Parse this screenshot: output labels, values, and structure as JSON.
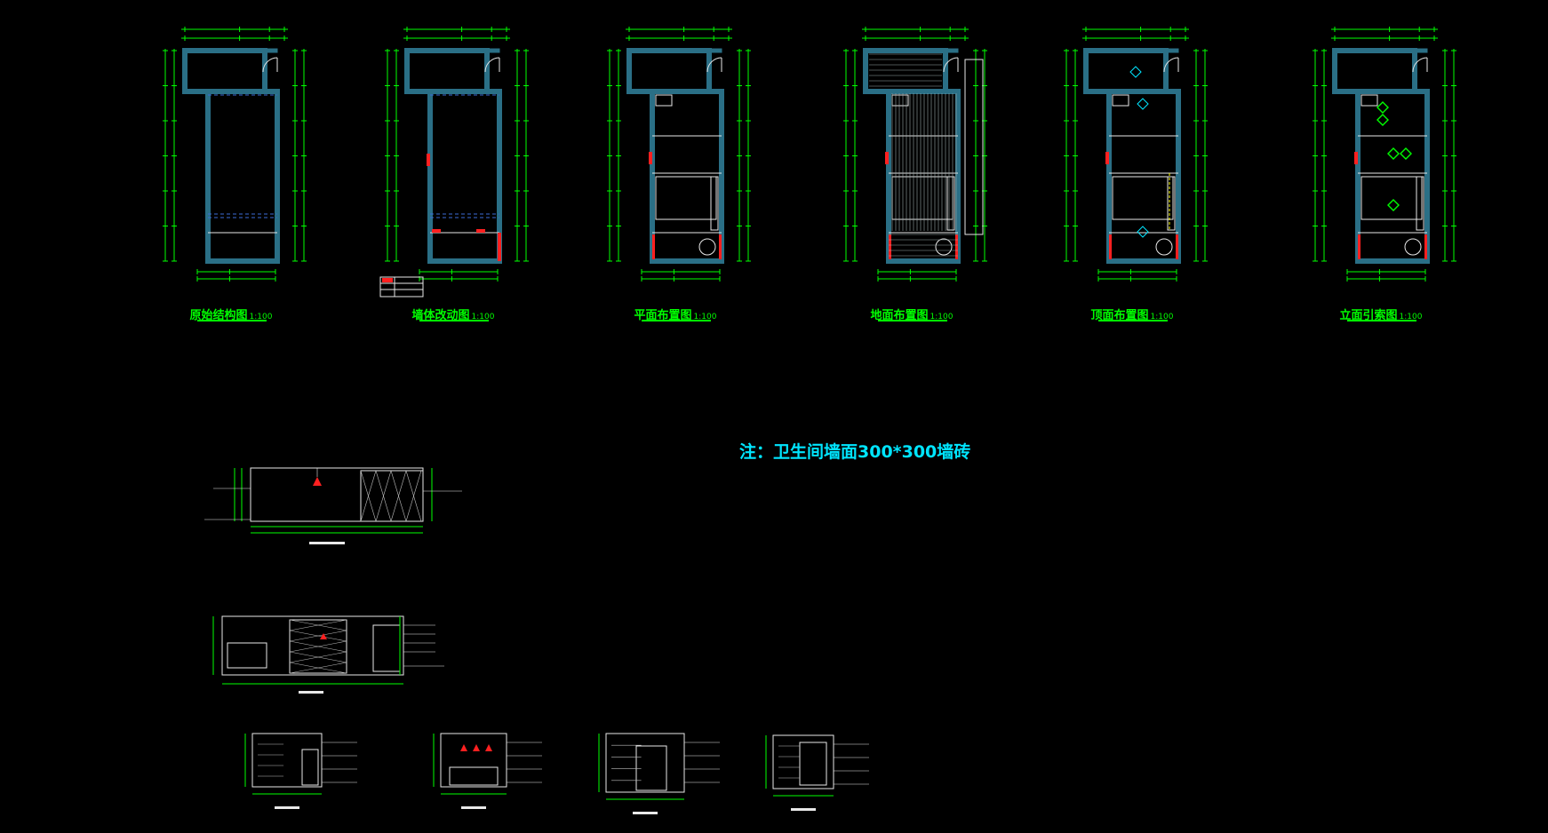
{
  "colors": {
    "background": "#000000",
    "wall": "#2a6f86",
    "dimension": "#00ff00",
    "detail": "#e8e8e8",
    "accent_red": "#ff2020",
    "accent_cyan": "#00e5ff",
    "accent_yellow": "#ffff00"
  },
  "plans": [
    {
      "title": "原始结构图",
      "scale": "1:100"
    },
    {
      "title": "墙体改动图",
      "scale": "1:100"
    },
    {
      "title": "平面布置图",
      "scale": "1:100"
    },
    {
      "title": "地面布置图",
      "scale": "1:100"
    },
    {
      "title": "顶面布置图",
      "scale": "1:100"
    },
    {
      "title": "立面引索图",
      "scale": "1:100"
    }
  ],
  "note": "注：卫生间墙面300*300墙砖"
}
